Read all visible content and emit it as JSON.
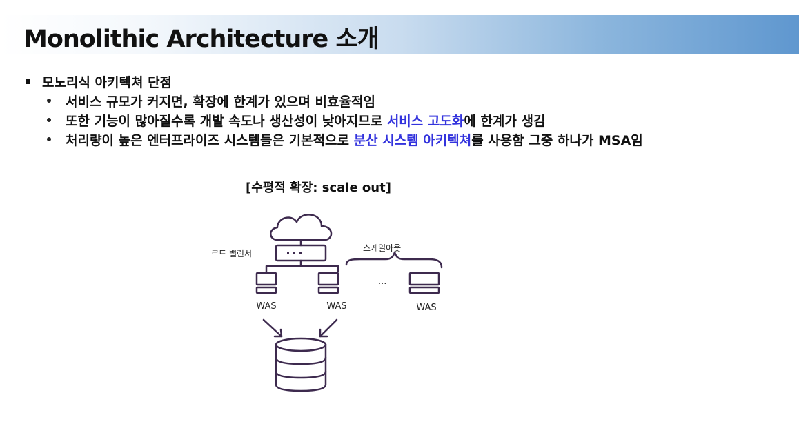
{
  "title": "Monolithic Architecture 소개",
  "section": {
    "heading": "모노리식 아키텍쳐 단점",
    "points": [
      {
        "text": "서비스 규모가 커지면, 확장에 한계가 있으며 비효율적임"
      },
      {
        "pre": "또한 기능이 많아질수록 개발 속도나 생산성이 낮아지므로 ",
        "highlight": "서비스 고도화",
        "post": "에 한계가 생김"
      },
      {
        "pre": "처리량이 높은 엔터프라이즈 시스템들은 기본적으로 ",
        "highlight": "분산 시스템 아키텍쳐",
        "post": "를 사용함 그중 하나가 MSA임"
      }
    ]
  },
  "figure": {
    "caption": "[수평적 확장: scale out]",
    "load_balancer_label": "로드 밸런서",
    "scale_out_label": "스케일아웃",
    "ellipsis": "...",
    "servers": [
      "WAS",
      "WAS",
      "WAS"
    ]
  },
  "colors": {
    "highlight": "#3333dd",
    "icon_stroke": "#3d2a4e",
    "title_gradient_end": "#5f97cf"
  }
}
